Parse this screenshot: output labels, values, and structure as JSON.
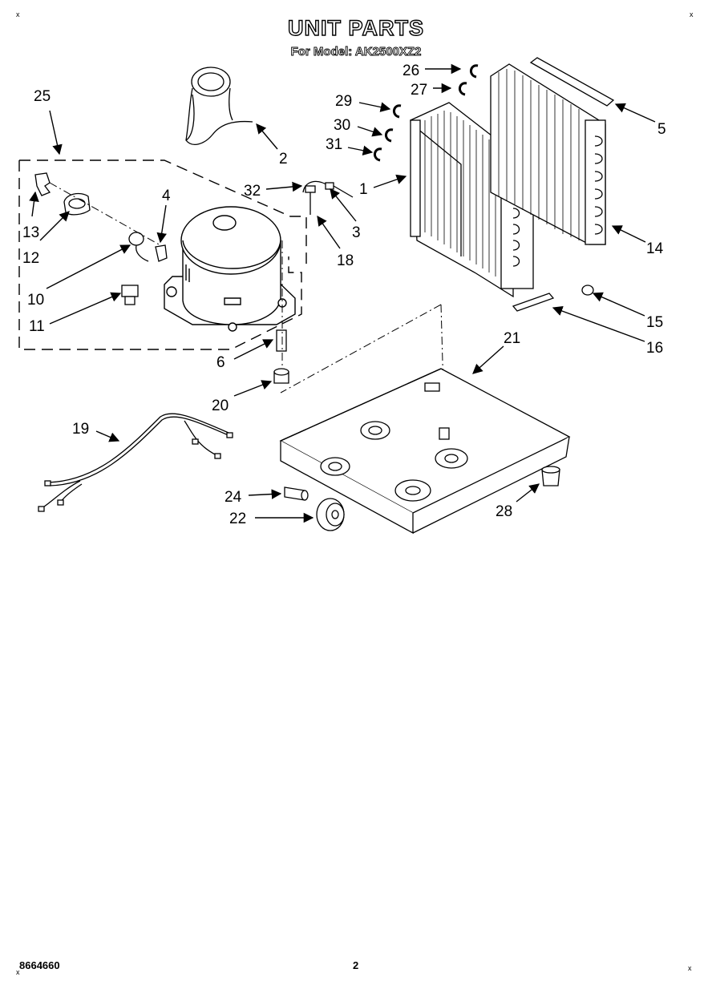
{
  "header": {
    "title": "UNIT PARTS",
    "subtitle": "For Model: AK2500XZ2"
  },
  "corner_marks": {
    "top_left": "x",
    "top_right": "x",
    "bottom_left": "x",
    "bottom_right": "x"
  },
  "callouts": {
    "c1": "1",
    "c2": "2",
    "c3": "3",
    "c4": "4",
    "c5": "5",
    "c6": "6",
    "c10": "10",
    "c11": "11",
    "c12": "12",
    "c13": "13",
    "c14": "14",
    "c15": "15",
    "c16": "16",
    "c18": "18",
    "c19": "19",
    "c20": "20",
    "c21": "21",
    "c22": "22",
    "c24": "24",
    "c25": "25",
    "c26": "26",
    "c27": "27",
    "c28": "28",
    "c29": "29",
    "c30": "30",
    "c31": "31",
    "c32": "32"
  },
  "footer": {
    "doc_number": "8664660",
    "page_number": "2"
  }
}
